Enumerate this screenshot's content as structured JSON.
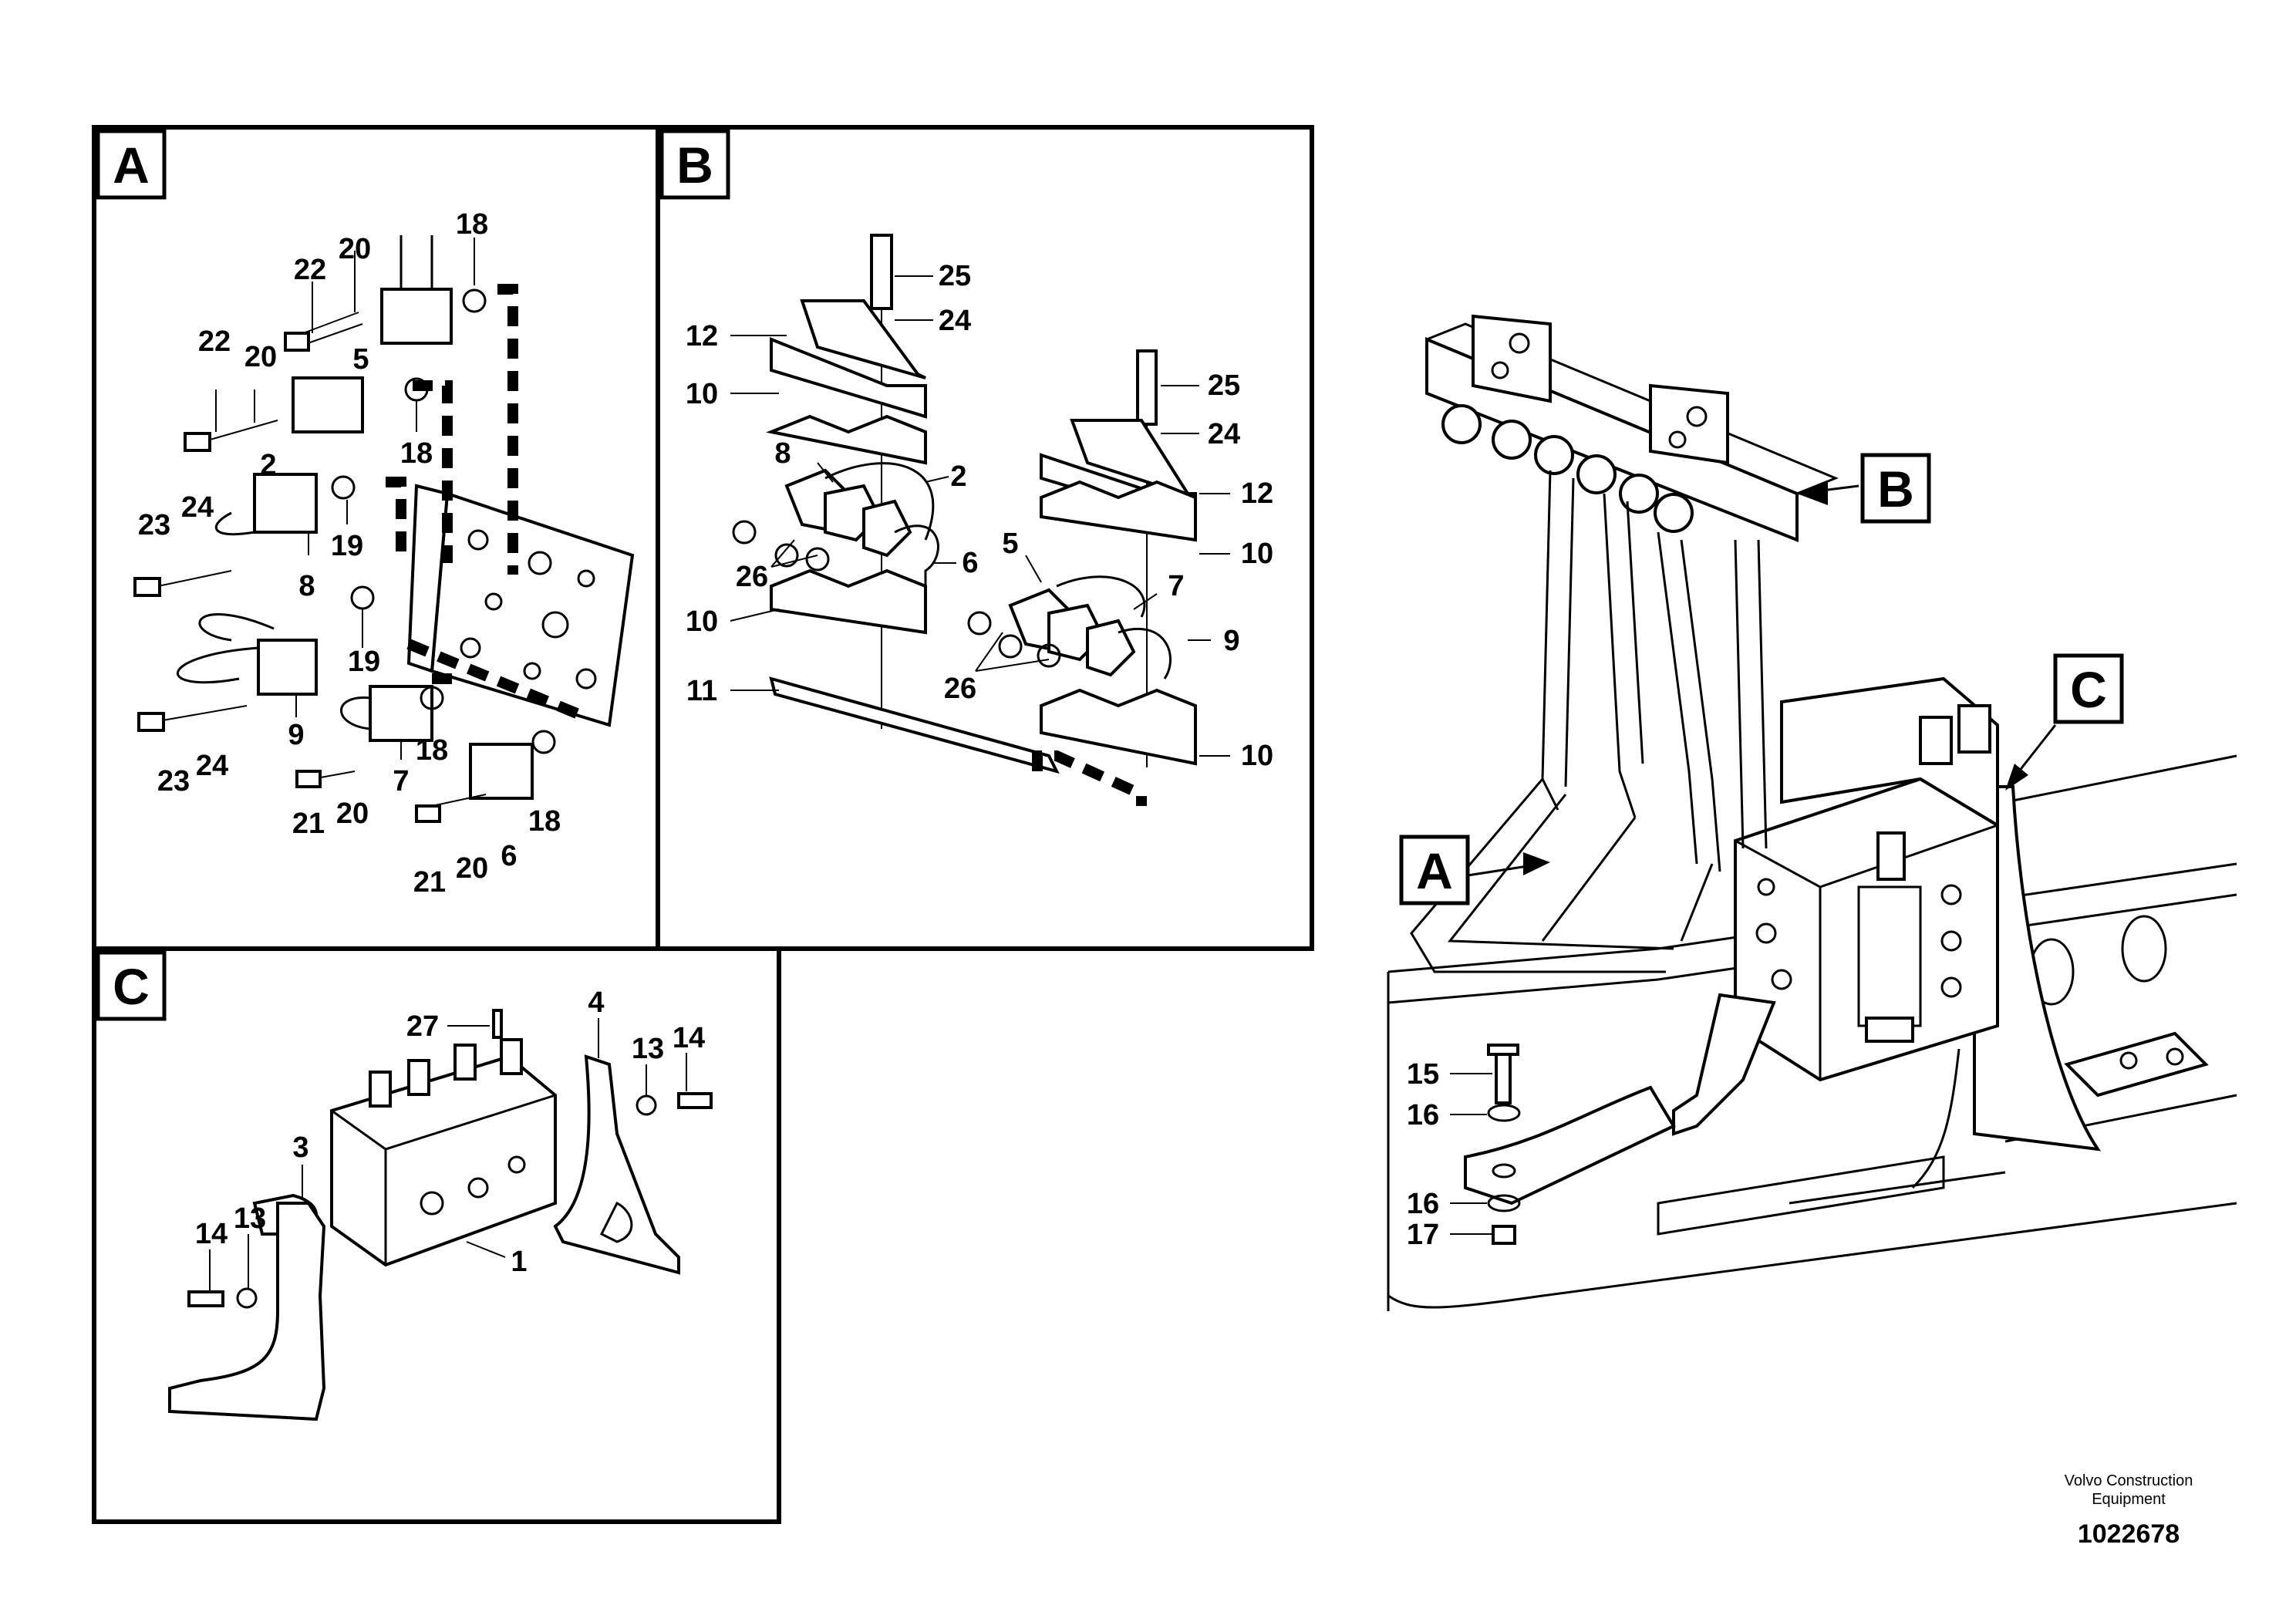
{
  "panels": {
    "A": {
      "letter": "A",
      "labels": [
        "18",
        "20",
        "22",
        "22",
        "20",
        "5",
        "18",
        "2",
        "24",
        "23",
        "19",
        "8",
        "19",
        "9",
        "23",
        "24",
        "18",
        "7",
        "21",
        "20",
        "21",
        "20",
        "6",
        "18"
      ]
    },
    "B": {
      "letter": "B",
      "labels": [
        "25",
        "24",
        "12",
        "10",
        "8",
        "2",
        "26",
        "6",
        "10",
        "11",
        "25",
        "24",
        "12",
        "10",
        "5",
        "7",
        "9",
        "26",
        "10"
      ]
    },
    "C": {
      "letter": "C",
      "labels": [
        "27",
        "4",
        "14",
        "13",
        "3",
        "13",
        "14",
        "1"
      ]
    }
  },
  "main_view": {
    "callouts": [
      "B",
      "C",
      "A"
    ],
    "labels": [
      "15",
      "16",
      "16",
      "17"
    ]
  },
  "footer": {
    "company_line1": "Volvo Construction",
    "company_line2": "Equipment",
    "document_number": "1022678"
  },
  "colors": {
    "ink": "#000000",
    "paper": "#ffffff"
  }
}
